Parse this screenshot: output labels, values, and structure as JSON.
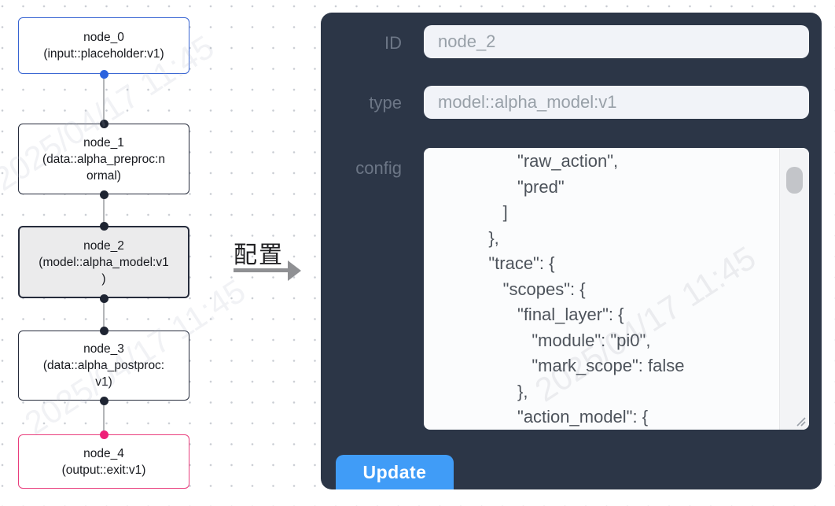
{
  "flow": {
    "nodes": [
      {
        "title": "node_0",
        "subtitle": "(input::placeholder:v1)"
      },
      {
        "title": "node_1",
        "subtitle": "(data::alpha_preproc:n\normal)"
      },
      {
        "title": "node_2",
        "subtitle": "(model::alpha_model:v1\n)"
      },
      {
        "title": "node_3",
        "subtitle": "(data::alpha_postproc:\nv1)"
      },
      {
        "title": "node_4",
        "subtitle": "(output::exit:v1)"
      }
    ]
  },
  "transfer": {
    "label": "配置"
  },
  "panel": {
    "fields": [
      {
        "label": "ID",
        "value": "node_2"
      },
      {
        "label": "type",
        "value": "model::alpha_model:v1"
      },
      {
        "label": "config",
        "value": "         \"raw_action\",\n         \"pred\"\n      ]\n   },\n   \"trace\": {\n      \"scopes\": {\n         \"final_layer\": {\n            \"module\": \"pi0\",\n            \"mark_scope\": false\n         },\n         \"action_model\": {"
      }
    ],
    "update_label": "Update"
  },
  "watermark": {
    "text": "2025/04/17 11:45"
  },
  "colors": {
    "panel_bg": "#2c3647",
    "accent_blue": "#409cf7",
    "node_input_border": "#3764d2",
    "node_default_border": "#262c3c",
    "node_output_border": "#e93e7d",
    "node_selected_fill": "#ebebec",
    "port_blue": "#2c63de",
    "port_dark": "#1e2432",
    "port_pink": "#ee2178"
  }
}
